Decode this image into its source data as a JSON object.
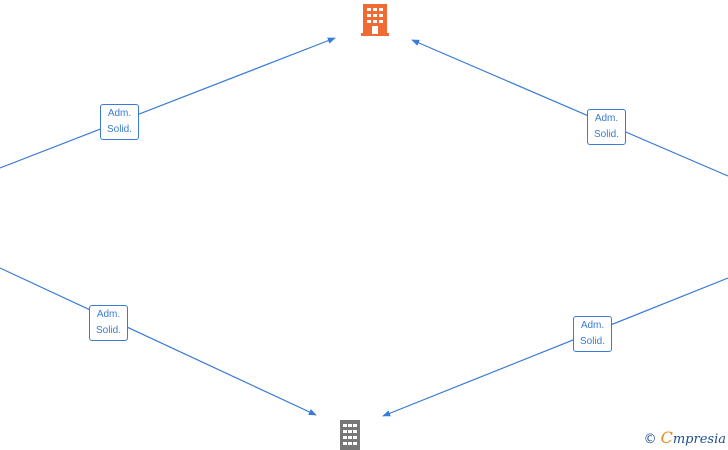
{
  "colors": {
    "edge": "#3a7bd5",
    "node_highlight": "#f26a33",
    "node_default": "#777777",
    "brand_orange": "#e98a1c",
    "brand_blue": "#1d4f8f"
  },
  "nodes": [
    {
      "id": "top",
      "icon": "building-icon",
      "highlight": true
    },
    {
      "id": "bottom",
      "icon": "building-icon",
      "highlight": false
    }
  ],
  "edges": [
    {
      "label_line1": "Adm.",
      "label_line2": "Solid."
    },
    {
      "label_line1": "Adm.",
      "label_line2": "Solid."
    },
    {
      "label_line1": "Adm.",
      "label_line2": "Solid."
    },
    {
      "label_line1": "Adm.",
      "label_line2": "Solid."
    }
  ],
  "watermark": {
    "copyright": "©",
    "brand_first": "C",
    "brand_rest": "mpresia"
  }
}
